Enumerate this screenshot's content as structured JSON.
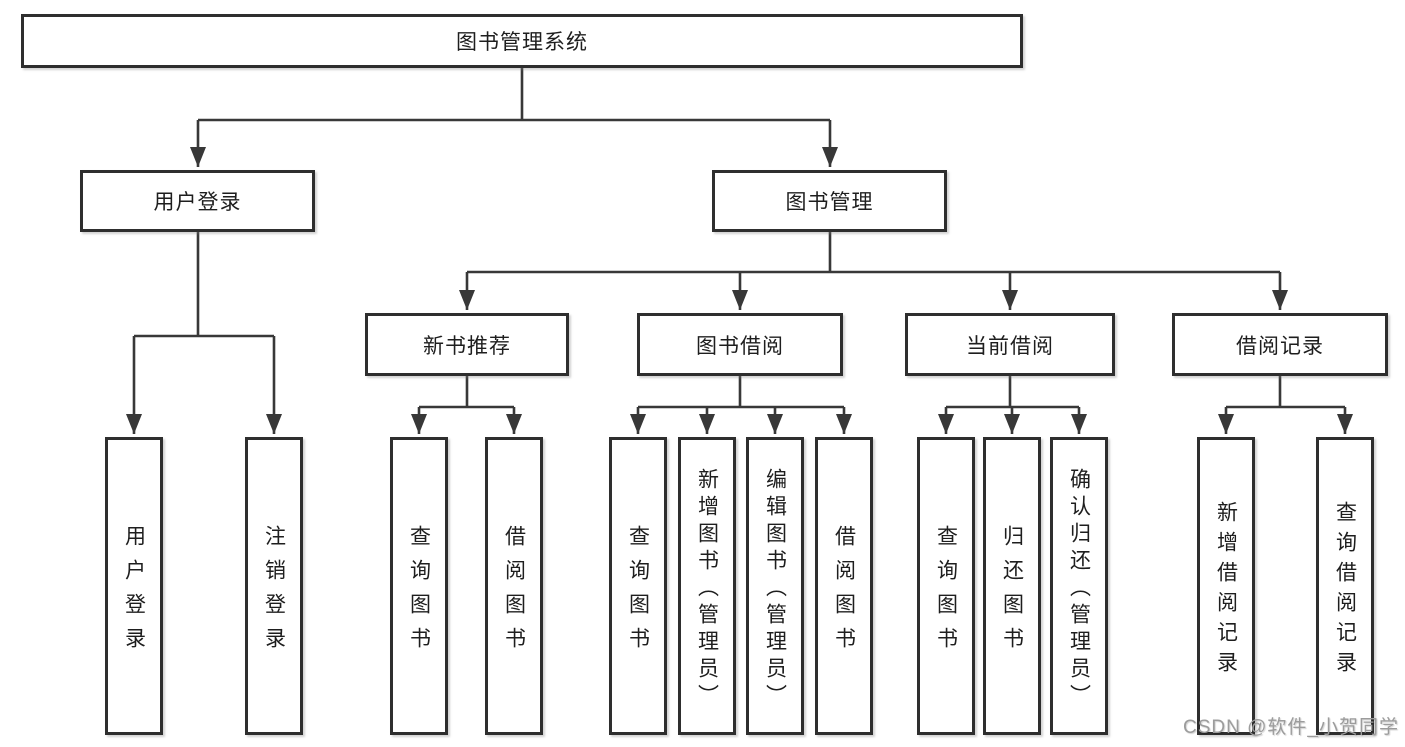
{
  "tree": {
    "label": "图书管理系统",
    "children": [
      {
        "label": "用户登录",
        "children": [
          {
            "label": "用户登录"
          },
          {
            "label": "注销登录"
          }
        ]
      },
      {
        "label": "图书管理",
        "children": [
          {
            "label": "新书推荐",
            "children": [
              {
                "label": "查询图书"
              },
              {
                "label": "借阅图书"
              }
            ]
          },
          {
            "label": "图书借阅",
            "children": [
              {
                "label": "查询图书"
              },
              {
                "label": "新增图书（管理员）"
              },
              {
                "label": "编辑图书（管理员）"
              },
              {
                "label": "借阅图书"
              }
            ]
          },
          {
            "label": "当前借阅",
            "children": [
              {
                "label": "查询图书"
              },
              {
                "label": "归还图书"
              },
              {
                "label": "确认归还（管理员）"
              }
            ]
          },
          {
            "label": "借阅记录",
            "children": [
              {
                "label": "新增借阅记录"
              },
              {
                "label": "查询借阅记录"
              }
            ]
          }
        ]
      }
    ]
  },
  "watermark": {
    "text": "CSDN @软件_小贺同学"
  },
  "colors": {
    "line": "#383838",
    "box_border": "#2e2e2e",
    "text": "#1e1e1e",
    "watermark": "#9c9c9c",
    "background": "#ffffff"
  }
}
